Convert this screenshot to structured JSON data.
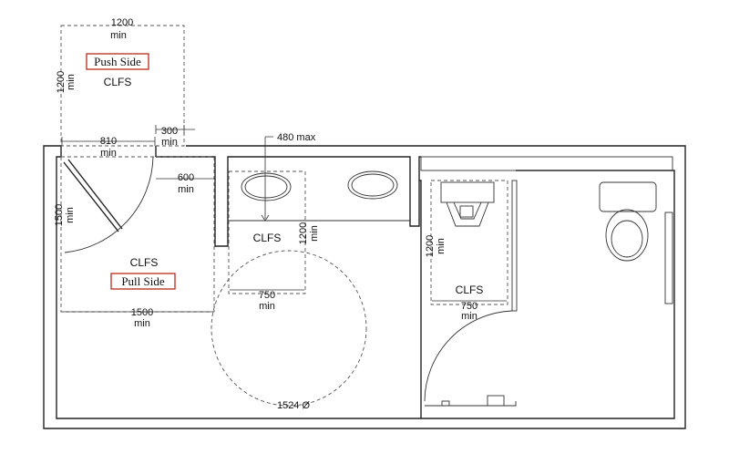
{
  "drawing": {
    "push_side": {
      "width_dim": "1200",
      "width_unit": "min",
      "depth_dim": "1200",
      "depth_unit": "min",
      "tag": "Push Side",
      "clfs": "CLFS"
    },
    "door": {
      "width_dim": "810",
      "width_unit": "min",
      "latch_side_dim": "300",
      "latch_side_unit": "min",
      "pull_latch_dim": "600",
      "pull_latch_unit": "min"
    },
    "pull_side": {
      "depth_dim": "1500",
      "depth_unit": "min",
      "width_dim": "1500",
      "width_unit": "min",
      "clfs": "CLFS",
      "tag": "Pull Side"
    },
    "lavatory": {
      "height_dim": "480 max",
      "clfs": "CLFS",
      "depth_dim": "1200",
      "depth_unit": "min",
      "width_dim": "750",
      "width_unit": "min"
    },
    "turning": {
      "diameter": "1524 Ø"
    },
    "stall": {
      "depth_dim": "1200",
      "depth_unit": "min",
      "clfs": "CLFS",
      "width_dim": "750",
      "width_unit": "min"
    }
  }
}
